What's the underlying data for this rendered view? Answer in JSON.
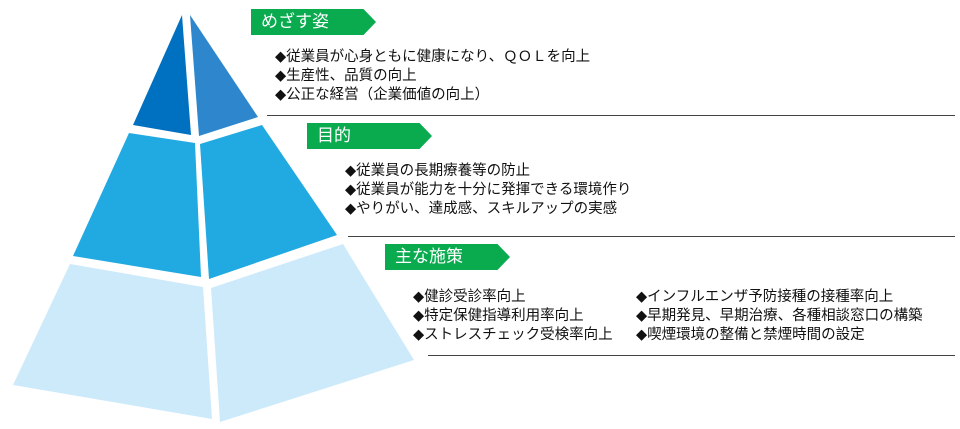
{
  "tiers": [
    {
      "label": "めざす姿",
      "items": [
        "◆従業員が心身ともに健康になり、ＱＯＬを向上",
        "◆生産性、品質の向上",
        "◆公正な経営（企業価値の向上）"
      ]
    },
    {
      "label": "目的",
      "items": [
        "◆従業員の長期療養等の防止",
        "◆従業員が能力を十分に発揮できる環境作り",
        "◆やりがい、達成感、スキルアップの実感"
      ]
    },
    {
      "label": "主な施策",
      "col1": [
        "◆健診受診率向上",
        "◆特定保健指導利用率向上",
        "◆ストレスチェック受検率向上"
      ],
      "col2": [
        "◆インフルエンザ予防接種の接種率向上",
        "◆早期発見、早期治療、各種相談窓口の構築",
        "◆喫煙環境の整備と禁煙時間の設定"
      ]
    }
  ],
  "colors": {
    "top_left": "#0070c0",
    "top_right": "#2e86cc",
    "middle": "#21a9e1",
    "bottom": "#cdeafb",
    "tag": "#0aab4f"
  }
}
